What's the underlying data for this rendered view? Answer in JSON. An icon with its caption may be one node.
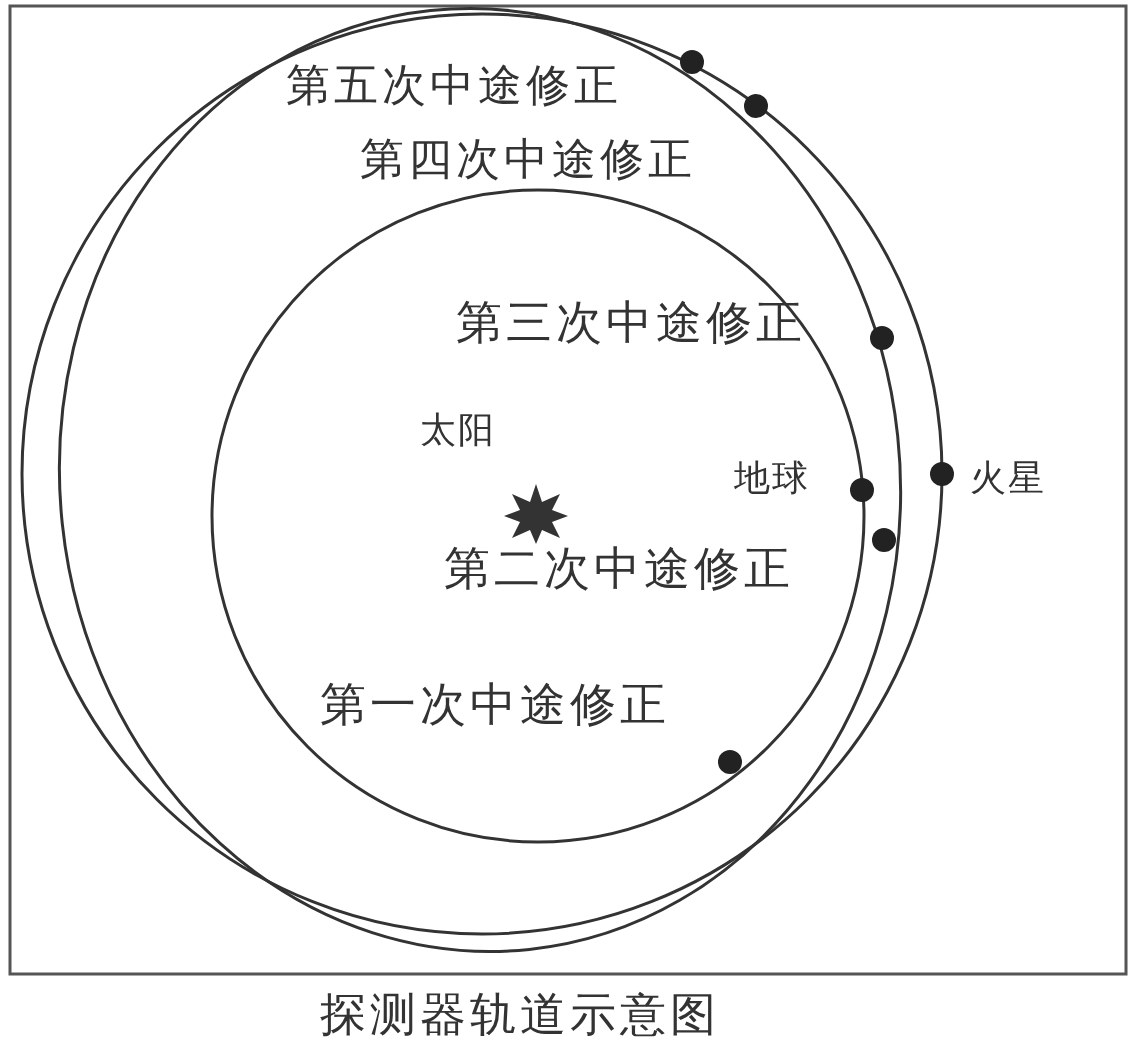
{
  "diagram": {
    "caption": "探测器轨道示意图",
    "labels": [
      "第五次中途修正",
      "第四次中途修正",
      "第三次中途修正",
      "太阳",
      "地球",
      "火星",
      "第二次中途修正",
      "第一次中途修正"
    ]
  }
}
